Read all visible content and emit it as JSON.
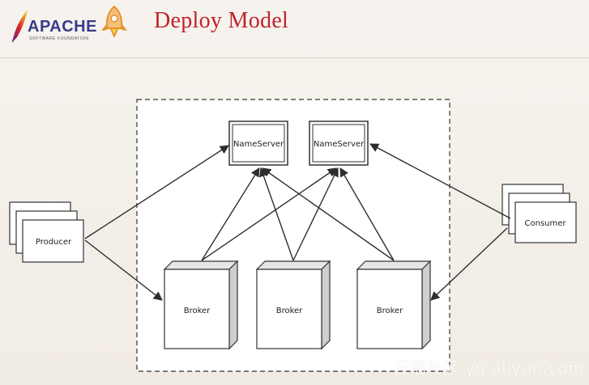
{
  "header": {
    "brand": "APACHE",
    "brand_tagline": "SOFTWARE FOUNDATION",
    "title": "Deploy Model"
  },
  "diagram": {
    "nameservers": [
      "NameServer",
      "NameServer"
    ],
    "producer": "Producer",
    "consumer": "Consumer",
    "brokers": [
      "Broker",
      "Broker",
      "Broker"
    ]
  },
  "watermark": "云栖社区 yq.aliyun.com",
  "colors": {
    "title_red": "#c0222a",
    "apache_blue": "#3a3a8c",
    "apache_red": "#d22128",
    "rocket_orange": "#e9922f"
  }
}
